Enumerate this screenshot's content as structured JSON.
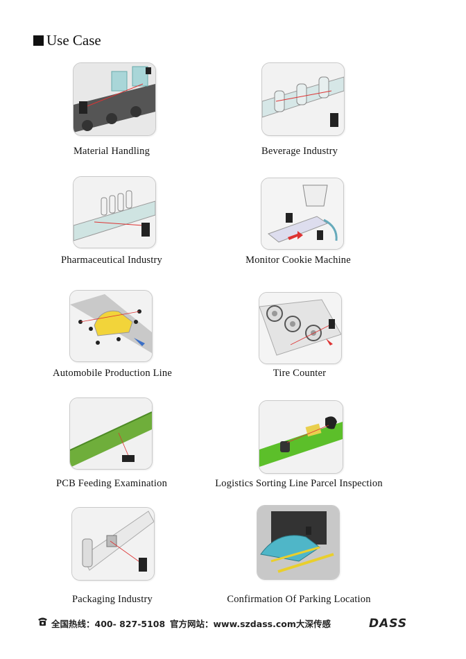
{
  "heading": "Use Case",
  "cases": [
    {
      "label": "Material Handling",
      "icon": "material-handling-illustration"
    },
    {
      "label": "Beverage Industry",
      "icon": "beverage-industry-illustration"
    },
    {
      "label": "Pharmaceutical Industry",
      "icon": "pharmaceutical-industry-illustration"
    },
    {
      "label": "Monitor Cookie Machine",
      "icon": "cookie-machine-illustration"
    },
    {
      "label": "Automobile Production Line",
      "icon": "automobile-line-illustration"
    },
    {
      "label": "Tire Counter",
      "icon": "tire-counter-illustration"
    },
    {
      "label": "PCB Feeding Examination",
      "icon": "pcb-feeding-illustration"
    },
    {
      "label": "Logistics Sorting Line Parcel Inspection",
      "icon": "logistics-sorting-illustration"
    },
    {
      "label": "Packaging Industry",
      "icon": "packaging-industry-illustration"
    },
    {
      "label": "Confirmation Of Parking Location",
      "icon": "parking-location-illustration"
    }
  ],
  "footer": {
    "hotline": "全国热线：400- 827-5108",
    "website": "官方网站：www.szdass.com",
    "brand_cn": "大深传感",
    "brand_logo": "DASS"
  }
}
